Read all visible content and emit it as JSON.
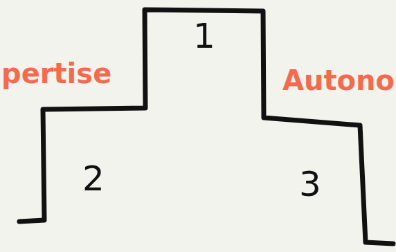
{
  "diagram": {
    "labels": [
      "pertise",
      "1",
      "Autono",
      "2",
      "3"
    ]
  }
}
